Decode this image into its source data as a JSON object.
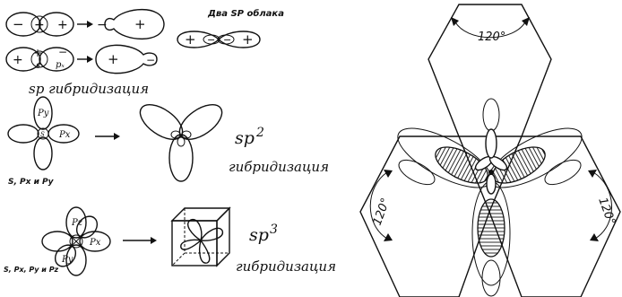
{
  "left_panel": {
    "sp": {
      "pair_label": "Два SP облака",
      "caption": "sp гибридизация",
      "orbital_s": "s",
      "orbital_px": "pₓ",
      "minus": "−",
      "plus": "+"
    },
    "sp2": {
      "formula_base": "sp",
      "formula_exp": "2",
      "caption": "гибридизация",
      "orbital_px": "Px",
      "orbital_py": "Py",
      "orbital_s": "S",
      "source_label": "S, Px и Py"
    },
    "sp3": {
      "formula_base": "sp",
      "formula_exp": "3",
      "caption": "гибридизация",
      "orbital_pz": "Pz",
      "orbital_px": "Px",
      "orbital_py": "Py",
      "source_label": "S, Px, Py и Pz"
    }
  },
  "right_panel": {
    "angle_top": "120°",
    "angle_left": "120°",
    "angle_right": "120°"
  }
}
